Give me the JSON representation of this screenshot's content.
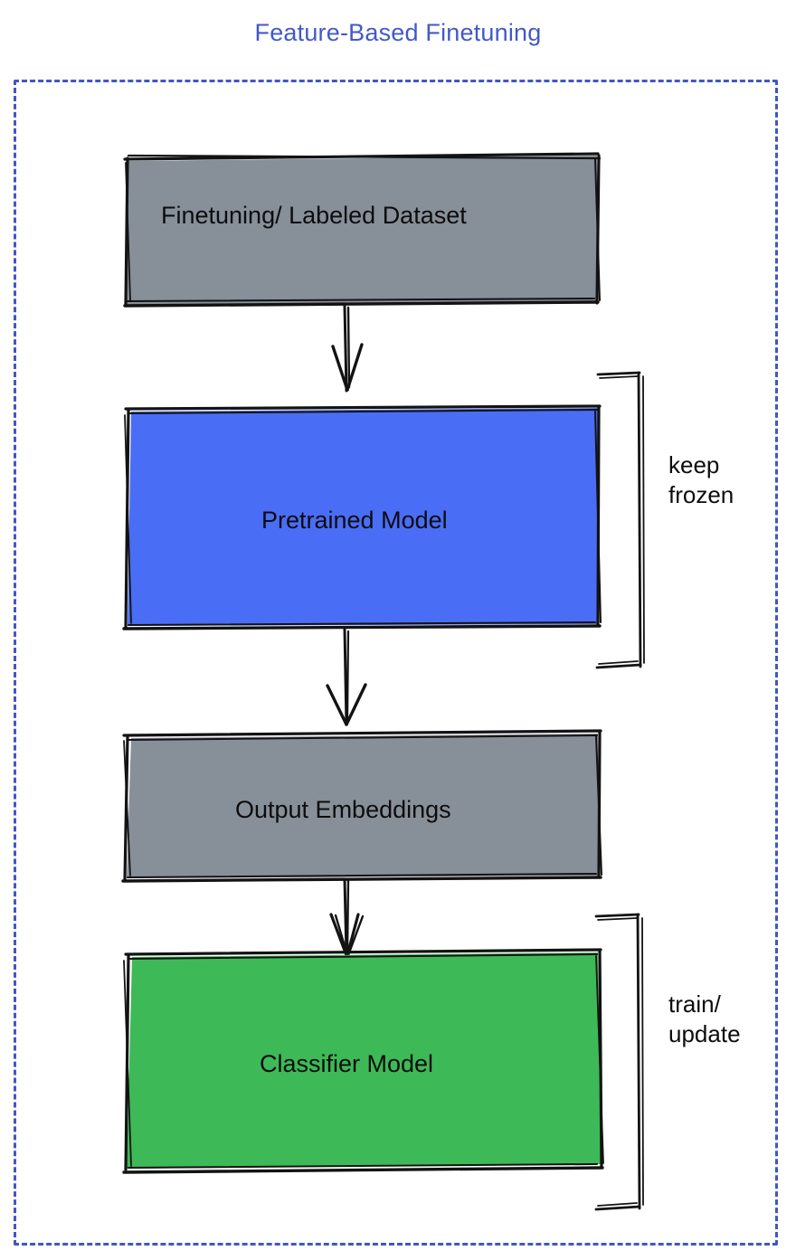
{
  "diagram": {
    "title": "Feature-Based Finetuning",
    "title_color": "#4259c9",
    "frame": {
      "style": "dashed",
      "color": "#3f58c4"
    },
    "nodes": [
      {
        "id": "finetuning-dataset",
        "label": "Finetuning/ Labeled Dataset",
        "fill": "#878f99",
        "stroke": "#1a1a1a"
      },
      {
        "id": "pretrained-model",
        "label": "Pretrained Model",
        "fill": "#4a6df5",
        "stroke": "#1a1a1a"
      },
      {
        "id": "output-embeddings",
        "label": "Output Embeddings",
        "fill": "#878f99",
        "stroke": "#1a1a1a"
      },
      {
        "id": "classifier-model",
        "label": "Classifier Model",
        "fill": "#3eb957",
        "stroke": "#1a1a1a"
      }
    ],
    "edges": [
      {
        "id": "edge-dataset-to-pretrained",
        "from": "finetuning-dataset",
        "to": "pretrained-model"
      },
      {
        "id": "edge-pretrained-to-embeddings",
        "from": "pretrained-model",
        "to": "output-embeddings"
      },
      {
        "id": "edge-embeddings-to-classifier",
        "from": "output-embeddings",
        "to": "classifier-model"
      }
    ],
    "annotations": [
      {
        "id": "keep-frozen",
        "label": "keep\nfrozen",
        "targets": "pretrained-model"
      },
      {
        "id": "train-update",
        "label": "train/\nupdate",
        "targets": "classifier-model"
      }
    ]
  }
}
